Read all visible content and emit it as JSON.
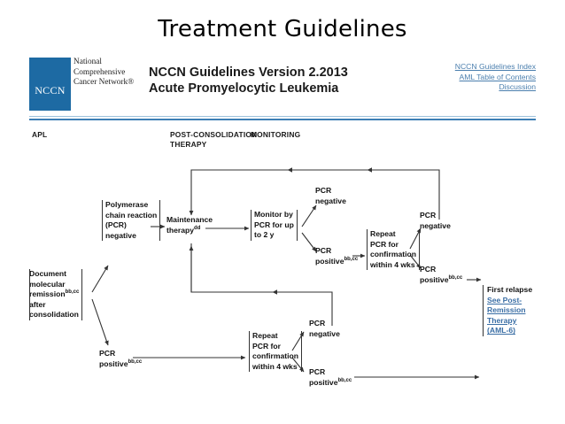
{
  "slide": {
    "title": "Treatment Guidelines"
  },
  "header": {
    "logo_text": "NCCN",
    "logo_wordmark": "National Comprehensive Cancer Network®",
    "doc_title_line1": "NCCN Guidelines Version 2.2013",
    "doc_title_line2": "Acute Promyelocytic Leukemia",
    "links": [
      "NCCN Guidelines Index",
      "AML Table of Contents",
      "Discussion"
    ],
    "rule_color": "#3d7fb5",
    "logo_color": "#1d6aa3",
    "link_color": "#4b7fae"
  },
  "columns": {
    "disease": "APL",
    "post_consolidation": "POST-CONSOLIDATION",
    "post_consolidation_2": "THERAPY",
    "monitoring": "MONITORING"
  },
  "nodes": {
    "document": {
      "l1": "Document",
      "l2": "molecular",
      "l3": "remission",
      "l3sup": "bb,cc",
      "l4": "after",
      "l5": "consolidation"
    },
    "pcr_box": {
      "l1": "Polymerase",
      "l2": "chain reaction",
      "l3": "(PCR)",
      "l4": "negative"
    },
    "pcr_positive_left": {
      "l1": "PCR",
      "l2": "positive",
      "sup": "bb,cc"
    },
    "maintenance": {
      "l1": "Maintenance",
      "l2": "therapy",
      "sup": "dd"
    },
    "monitor": {
      "l1": "Monitor by",
      "l2": "PCR for up",
      "l3": "to 2 y"
    },
    "pcr_neg_mid": {
      "l1": "PCR",
      "l2": "negative"
    },
    "pcr_pos_mid": {
      "l1": "PCR",
      "l2": "positive",
      "sup": "bb,cc"
    },
    "repeat_top": {
      "l1": "Repeat",
      "l2": "PCR for",
      "l3": "confirmation",
      "l4": "within 4 wks"
    },
    "pcr_neg_right": {
      "l1": "PCR",
      "l2": "negative"
    },
    "pcr_pos_right": {
      "l1": "PCR",
      "l2": "positive",
      "sup": "bb,cc"
    },
    "repeat_bottom": {
      "l1": "Repeat",
      "l2": "PCR for",
      "l3": "confirmation",
      "l4": "within 4 wks"
    },
    "pcr_neg_bot": {
      "l1": "PCR",
      "l2": "negative"
    },
    "pcr_pos_bot": {
      "l1": "PCR",
      "l2": "positive",
      "sup": "bb,cc"
    },
    "relapse": {
      "l1": "First relapse",
      "link1": "See Post-",
      "link2": "Remission",
      "link3": "Therapy",
      "link4": "(AML-6)"
    }
  }
}
